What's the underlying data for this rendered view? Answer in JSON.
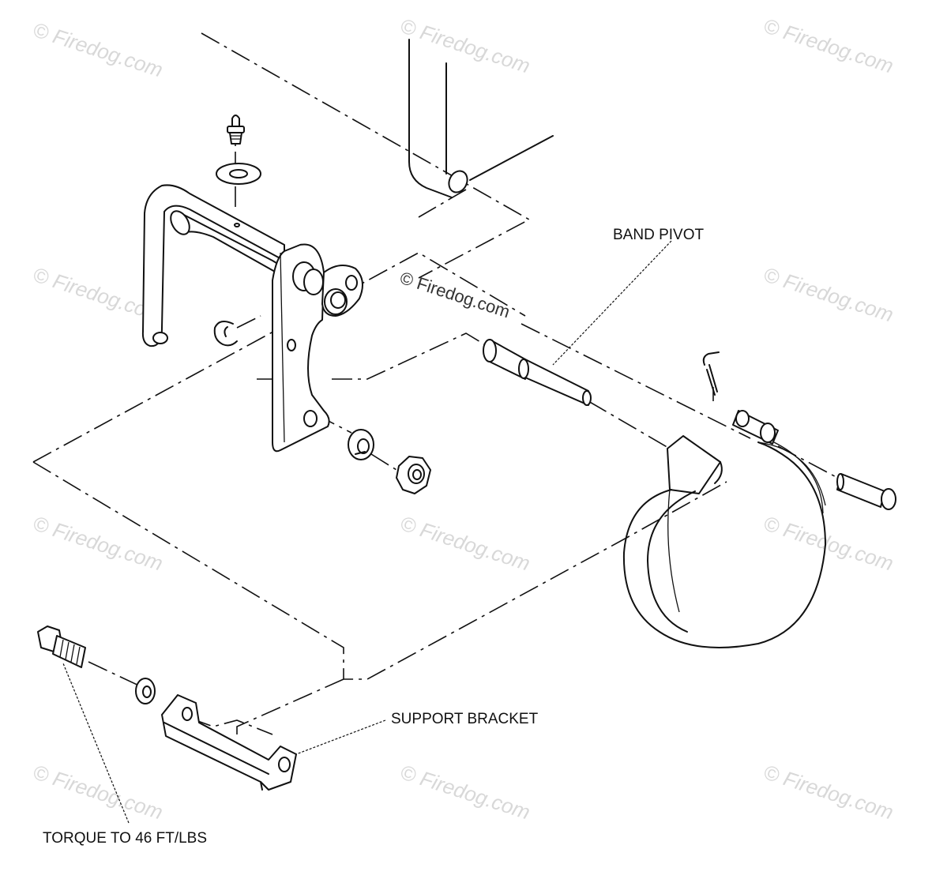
{
  "callouts": {
    "band_pivot": "BAND PIVOT",
    "support_bracket": "SUPPORT BRACKET",
    "torque": "TORQUE TO 46 FT/LBS"
  },
  "watermark": {
    "text": "© Firedog.com",
    "center_text": "© Firedog.com"
  }
}
